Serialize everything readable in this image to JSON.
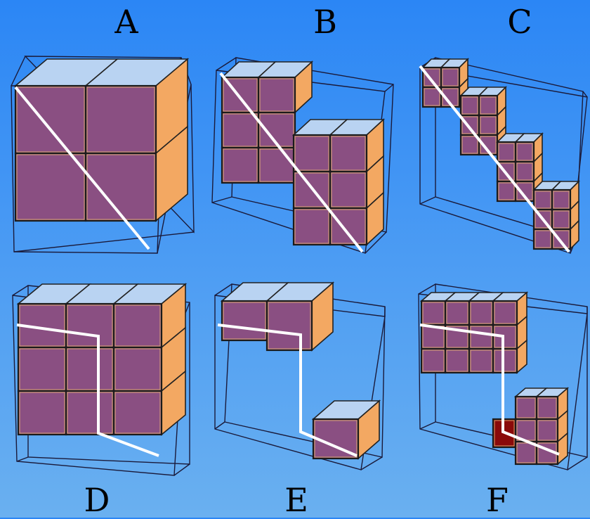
{
  "panels": [
    {
      "id": "A",
      "label": "A"
    },
    {
      "id": "B",
      "label": "B"
    },
    {
      "id": "C",
      "label": "C"
    },
    {
      "id": "D",
      "label": "D"
    },
    {
      "id": "E",
      "label": "E"
    },
    {
      "id": "F",
      "label": "F"
    }
  ],
  "colors": {
    "background_top": "#2b86f5",
    "background_bottom": "#6ab0f0",
    "cube_front": "#8a4f82",
    "cube_top": "#b9d3f2",
    "cube_side": "#f3a862",
    "highlight_cube": "#8a0a0a",
    "path_line": "#ffffff",
    "frame_line": "#1a1a3a"
  }
}
